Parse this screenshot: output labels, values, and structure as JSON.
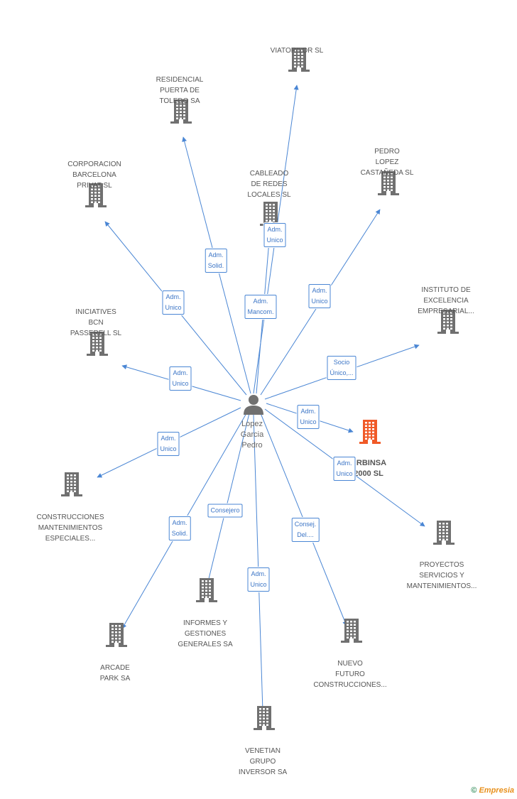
{
  "center": {
    "name": "Lopez\nGarcia\nPedro"
  },
  "nodes": [
    {
      "id": "viatorilor",
      "label": "VIATORILOR SL"
    },
    {
      "id": "residencial",
      "label": "RESIDENCIAL\nPUERTA DE\nTOLEDO SA"
    },
    {
      "id": "corporacion",
      "label": "CORPORACION\nBARCELONA\nPRIVAT SL"
    },
    {
      "id": "cableado",
      "label": "CABLEADO\nDE REDES\nLOCALES SL"
    },
    {
      "id": "pedro_lopez",
      "label": "PEDRO\nLOPEZ\nCASTAÑEDA SL"
    },
    {
      "id": "instituto",
      "label": "INSTITUTO DE\nEXCELENCIA\nEMPRESARIAL..."
    },
    {
      "id": "iniciatives",
      "label": "INICIATIVES\nBCN\nPASSERELL SL"
    },
    {
      "id": "urbinsa",
      "label": "URBINSA\n2000 SL",
      "highlight": true
    },
    {
      "id": "construcciones",
      "label": "CONSTRUCCIONES\nMANTENIMIENTOS\nESPECIALES..."
    },
    {
      "id": "proyectos",
      "label": "PROYECTOS\nSERVICIOS Y\nMANTENIMIENTOS..."
    },
    {
      "id": "informes",
      "label": "INFORMES Y\nGESTIONES\nGENERALES SA"
    },
    {
      "id": "arcade",
      "label": "ARCADE\nPARK SA"
    },
    {
      "id": "nuevo",
      "label": "NUEVO\nFUTURO\nCONSTRUCCIONES..."
    },
    {
      "id": "venetian",
      "label": "VENETIAN\nGRUPO\nINVERSOR SA"
    }
  ],
  "roles": [
    {
      "target": "cableado",
      "label": "Adm.\nUnico"
    },
    {
      "target": "residencial",
      "label": "Adm.\nSolid."
    },
    {
      "target": "corporacion",
      "label": "Adm.\nUnico"
    },
    {
      "target": "viatorilor",
      "label": "Adm.\nMancom."
    },
    {
      "target": "pedro_lopez",
      "label": "Adm.\nUnico"
    },
    {
      "target": "instituto",
      "label": "Socio\nÚnico,..."
    },
    {
      "target": "iniciatives",
      "label": "Adm.\nUnico"
    },
    {
      "target": "urbinsa",
      "label": "Adm.\nUnico"
    },
    {
      "target": "proyectos",
      "label": "Adm.\nUnico"
    },
    {
      "target": "construcciones",
      "label": "Adm.\nUnico"
    },
    {
      "target": "informes",
      "label": "Consejero"
    },
    {
      "target": "arcade",
      "label": "Adm.\nSolid."
    },
    {
      "target": "nuevo",
      "label": "Consej.\nDel...."
    },
    {
      "target": "venetian",
      "label": "Adm.\nUnico"
    }
  ],
  "colors": {
    "edge": "#4a86d4",
    "building": "#707070",
    "building_highlight": "#f05a28",
    "person": "#707070"
  },
  "brand": {
    "copyright": "©",
    "name": "Empresia"
  },
  "icons": {
    "company": "building-icon",
    "person": "person-icon"
  }
}
